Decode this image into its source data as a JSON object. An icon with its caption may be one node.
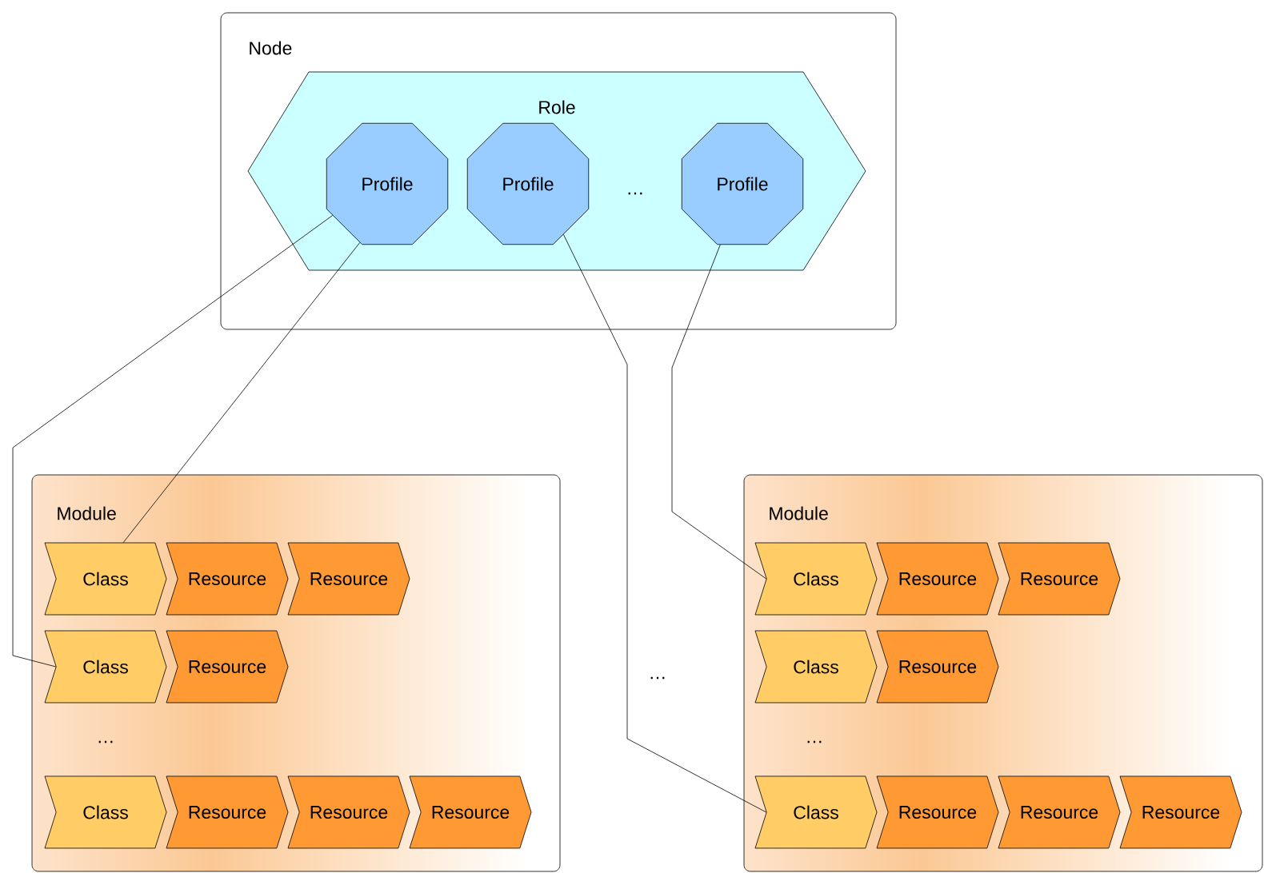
{
  "diagram": {
    "nodes": [
      {
        "text": [
          "Node"
        ]
      },
      {
        "text": [
          "Role"
        ],
        "in": 0
      },
      {
        "text": [
          "Profile"
        ],
        "in": 1
      },
      {
        "text": [
          "Profile"
        ],
        "in": 1
      },
      {
        "text": [
          "Profile"
        ],
        "in": 1
      },
      {
        "text": [
          "Module"
        ]
      },
      {
        "text": [
          "Class"
        ],
        "in": 5
      },
      {
        "text": [
          "Resource"
        ],
        "in": 5
      },
      {
        "text": [
          "Resource"
        ],
        "in": 5
      },
      {
        "text": [
          "Class"
        ],
        "in": 5
      },
      {
        "text": [
          "Resource"
        ],
        "in": 5
      },
      {
        "text": [
          "Class"
        ],
        "in": 5
      },
      {
        "text": [
          "Resource"
        ],
        "in": 5
      },
      {
        "text": [
          "Resource"
        ],
        "in": 5
      },
      {
        "text": [
          "Resource"
        ],
        "in": 5
      },
      {
        "text": [
          "Module"
        ]
      },
      {
        "text": [
          "Class"
        ],
        "in": 15
      },
      {
        "text": [
          "Resource"
        ],
        "in": 15
      },
      {
        "text": [
          "Resource"
        ],
        "in": 15
      },
      {
        "text": [
          "Class"
        ],
        "in": 15
      },
      {
        "text": [
          "Resource"
        ],
        "in": 15
      },
      {
        "text": [
          "Class"
        ],
        "in": 15
      },
      {
        "text": [
          "Resource"
        ],
        "in": 15
      },
      {
        "text": [
          "Resource"
        ],
        "in": 15
      },
      {
        "text": [
          "Resource"
        ],
        "in": 15
      }
    ],
    "edges": [
      {
        "from": 2,
        "to": 9,
        "arrow": "none"
      },
      {
        "from": 2,
        "to": 6,
        "arrow": "none"
      },
      {
        "from": 3,
        "to": 21,
        "arrow": "none"
      },
      {
        "from": 4,
        "to": 16,
        "arrow": "none"
      }
    ],
    "labels": [
      "…",
      "…",
      "…",
      "…"
    ]
  }
}
